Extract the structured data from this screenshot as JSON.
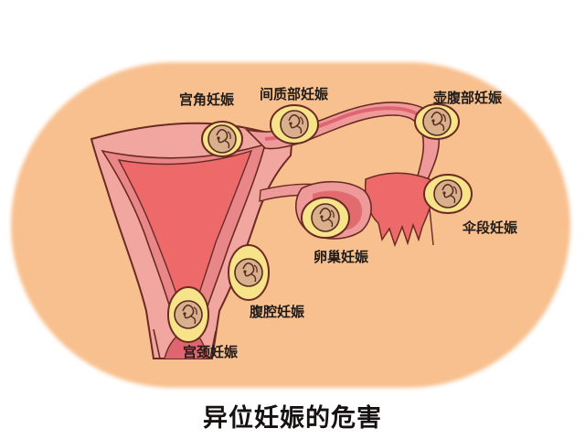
{
  "title": "异位妊娠的危害",
  "colors": {
    "background": "#ffffff",
    "panel": "#f8c08e",
    "uterus_outer": "#f2a6a0",
    "uterus_wall": "#e9868a",
    "uterus_cavity": "#ee6a6a",
    "tube": "#ef9a9a",
    "tube_lumen": "#df6570",
    "sac_fill": "#f7e48a",
    "embryo": "#d8b08c",
    "outline": "#6b2a22"
  },
  "labels": [
    {
      "id": "cornual",
      "text": "宫角妊娠"
    },
    {
      "id": "interstitial",
      "text": "间质部妊娠"
    },
    {
      "id": "ampullary",
      "text": "壶腹部妊娠"
    },
    {
      "id": "fimbrial",
      "text": "伞段妊娠"
    },
    {
      "id": "ovarian",
      "text": "卵巢妊娠"
    },
    {
      "id": "abdominal",
      "text": "腹腔妊娠"
    },
    {
      "id": "cervical",
      "text": "宫颈妊娠"
    }
  ]
}
